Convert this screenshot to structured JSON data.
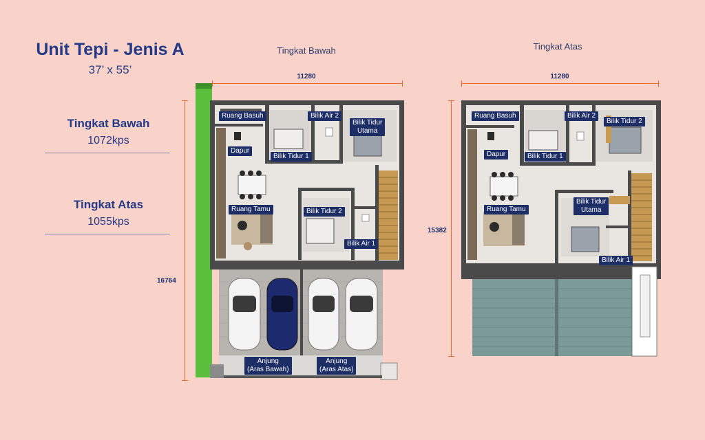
{
  "header": {
    "title": "Unit Tepi - Jenis A",
    "size": "37’ x 55’"
  },
  "areas": [
    {
      "label": "Tingkat Bawah",
      "value": "1072kps"
    },
    {
      "label": "Tingkat Atas",
      "value": "1055kps"
    }
  ],
  "ground_plan": {
    "title": "Tingkat Bawah",
    "width_dim": "11280",
    "height_dim": "16764",
    "rooms": {
      "ruang_basuh": "Ruang Basuh",
      "bilik_air_2": "Bilik Air 2",
      "bilik_tidur_utama": "Bilik Tidur\nUtama",
      "dapur": "Dapur",
      "bilik_tidur_1": "Bilik Tidur 1",
      "ruang_tamu": "Ruang Tamu",
      "bilik_tidur_2": "Bilik Tidur 2",
      "bilik_air_1": "Bilik Air 1",
      "anjung_bawah": "Anjung\n(Aras Bawah)",
      "anjung_atas": "Anjung\n(Aras Atas)"
    }
  },
  "upper_plan": {
    "title": "Tingkat Atas",
    "width_dim": "11280",
    "height_dim": "15382",
    "rooms": {
      "ruang_basuh": "Ruang Basuh",
      "bilik_air_2": "Bilik Air 2",
      "bilik_tidur_2": "Bilik Tidur 2",
      "dapur": "Dapur",
      "bilik_tidur_1": "Bilik Tidur 1",
      "ruang_tamu": "Ruang Tamu",
      "bilik_tidur_utama": "Bilik Tidur\nUtama",
      "bilik_air_1": "Bilik Air 1"
    }
  },
  "colors": {
    "background": "#f9d3c9",
    "accent_text": "#243a86",
    "dimension_line": "#e26a2c",
    "label_bg": "#1d2d66",
    "wall": "#4a4a4a",
    "floor": "#e9e6e2",
    "garden": "#5bbf3c",
    "roof": "#7c9a98"
  }
}
